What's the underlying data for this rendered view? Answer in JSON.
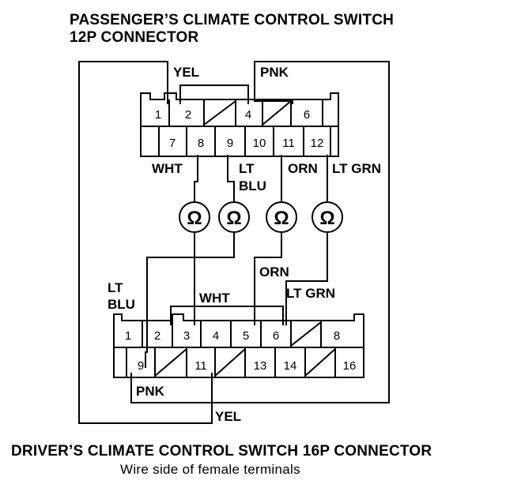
{
  "titles": {
    "top_line1": "PASSENGER’S CLIMATE CONTROL SWITCH",
    "top_line2": "12P CONNECTOR",
    "bottom": "DRIVER’S CLIMATE CONTROL SWITCH 16P CONNECTOR",
    "bottom_sub": "Wire side of female terminals"
  },
  "connector_12p": {
    "top_row": [
      "1",
      "2",
      "4",
      "6"
    ],
    "bottom_row": [
      "7",
      "8",
      "9",
      "10",
      "11",
      "12"
    ]
  },
  "connector_16p": {
    "top_row": [
      "1",
      "2",
      "3",
      "4",
      "5",
      "6",
      "8"
    ],
    "bottom_row": [
      "9",
      "11",
      "13",
      "14",
      "16"
    ]
  },
  "wire_labels": {
    "yel_top": "YEL",
    "pnk_top": "PNK",
    "wht_top": "WHT",
    "lt_blu_top_1": "LT",
    "lt_blu_top_2": "BLU",
    "orn_top": "ORN",
    "lt_grn_top": "LT GRN",
    "orn_mid": "ORN",
    "lt_blu_bot_1": "LT",
    "lt_blu_bot_2": "BLU",
    "wht_bot": "WHT",
    "lt_grn_bot": "LT GRN",
    "pnk_bot": "PNK",
    "yel_bot": "YEL"
  },
  "meter_symbol": "Ω"
}
